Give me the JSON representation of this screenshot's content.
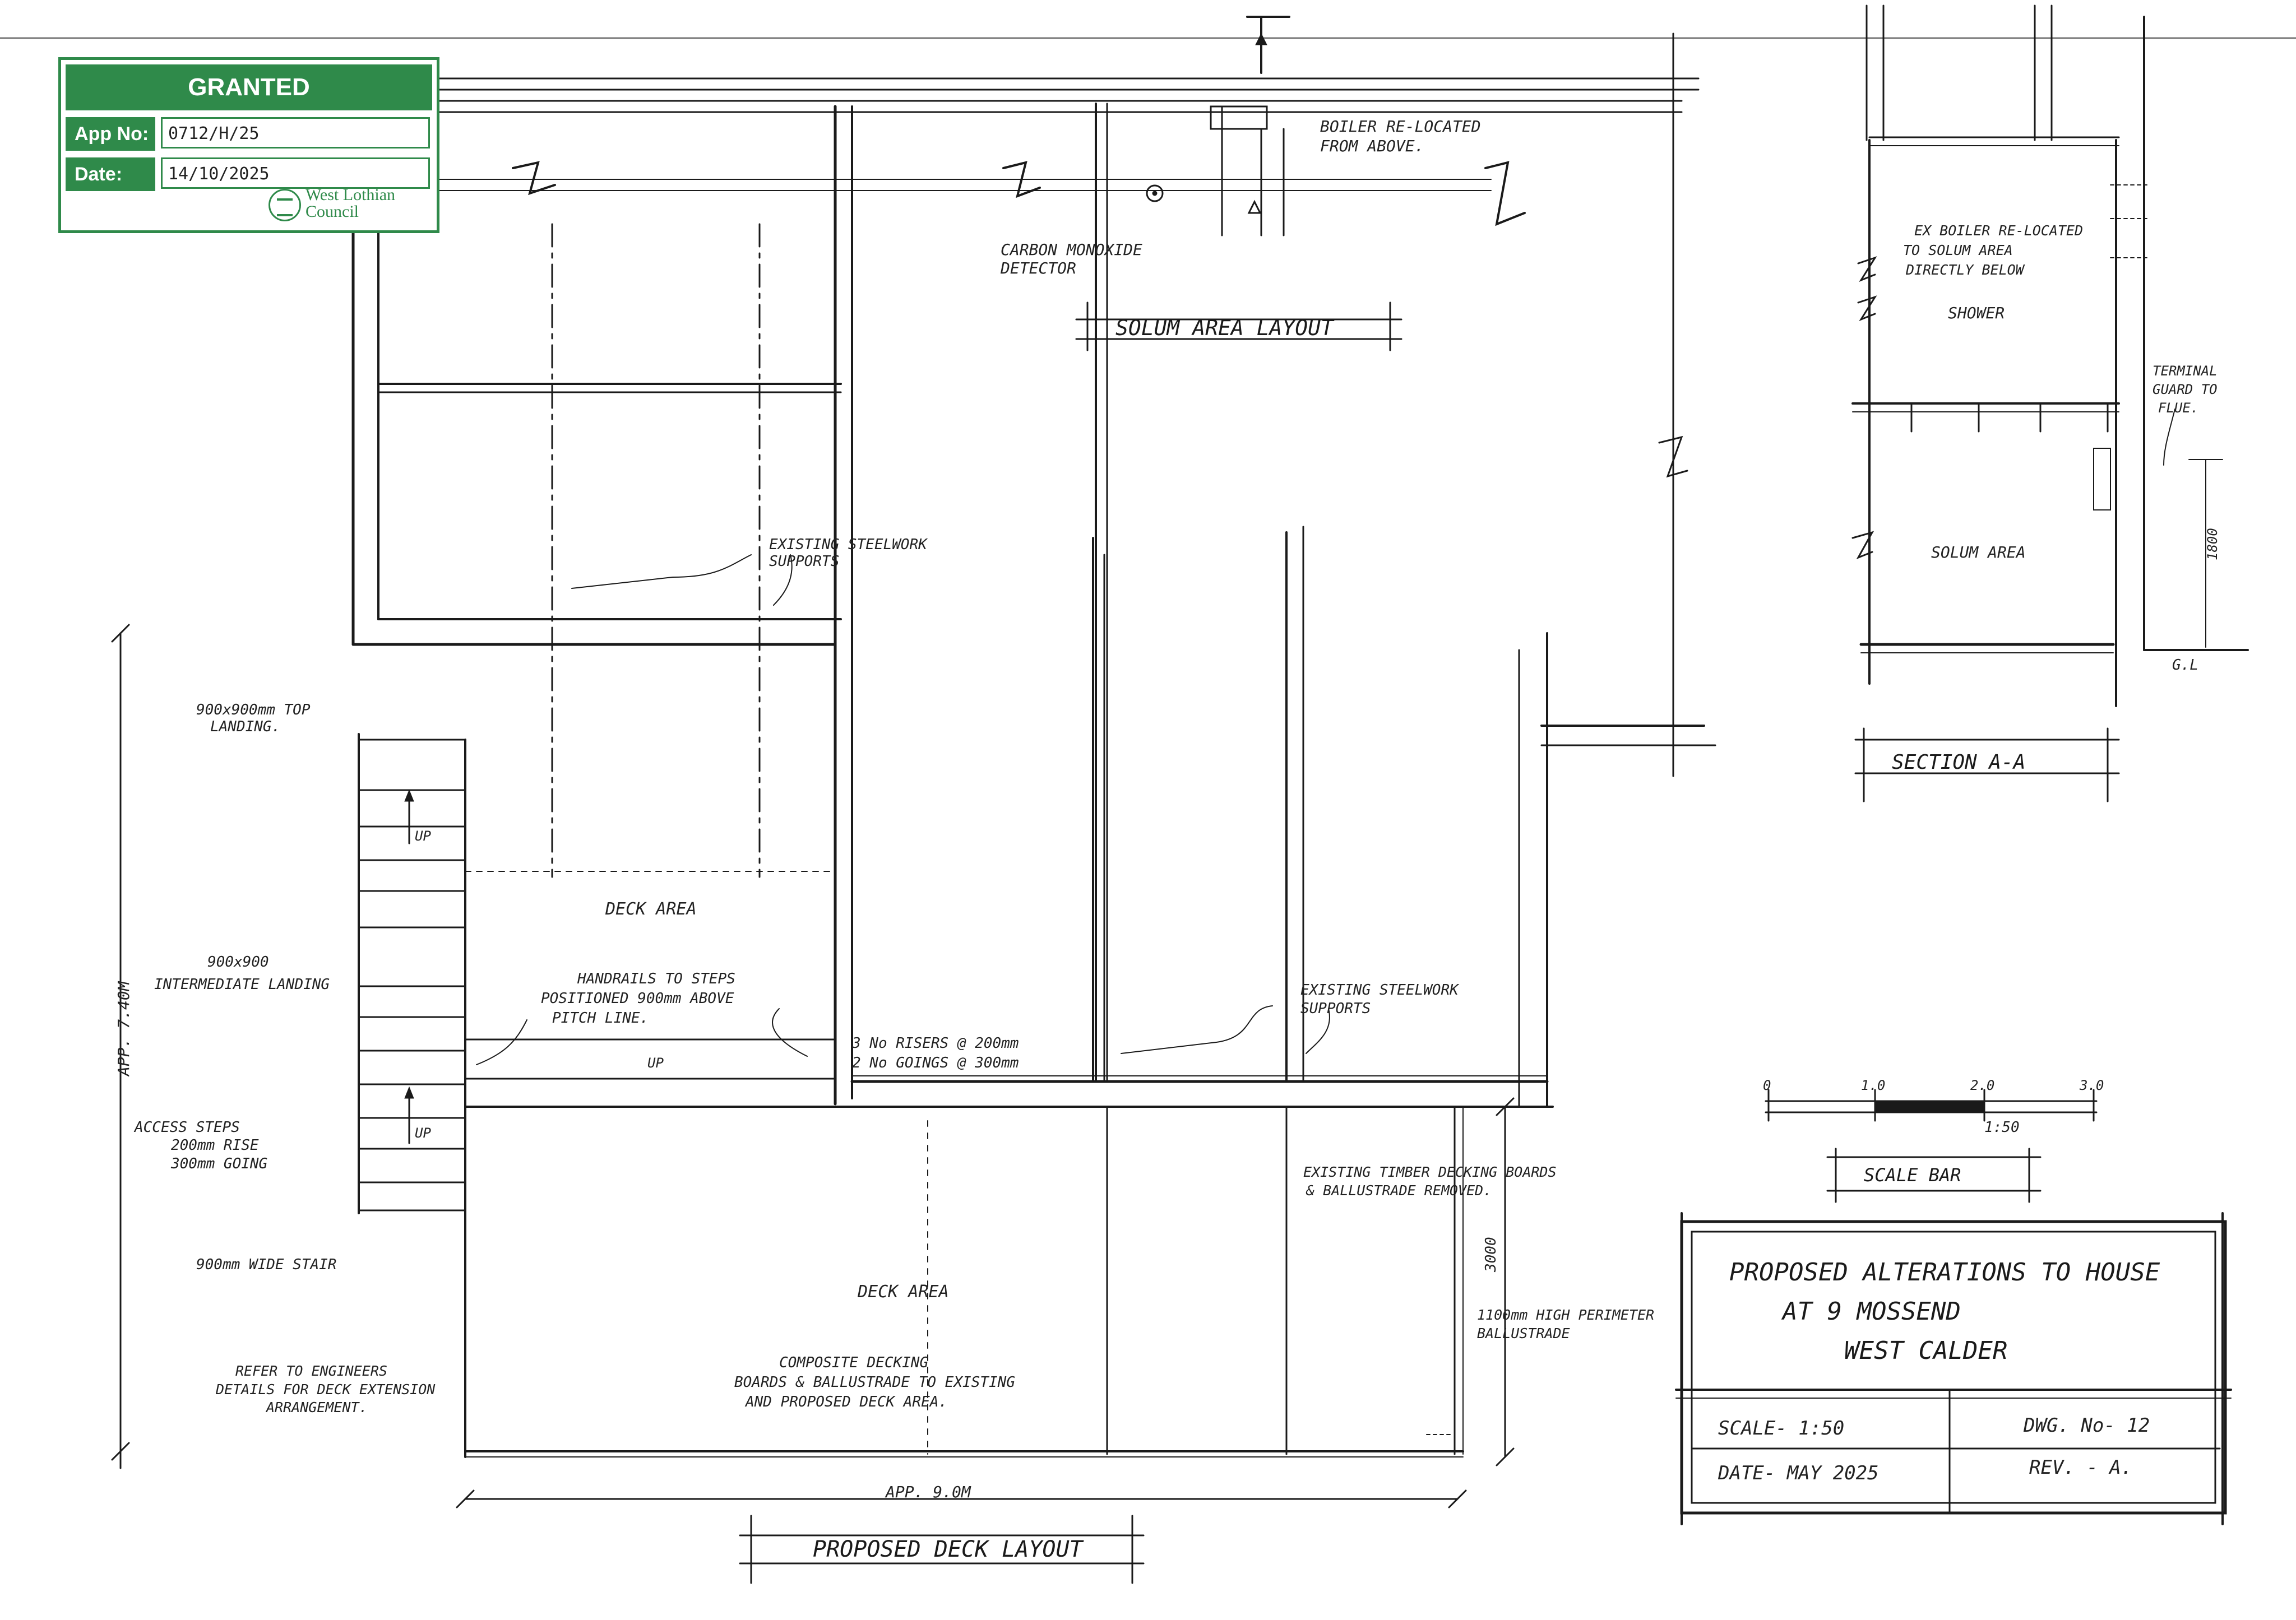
{
  "stamp": {
    "status": "GRANTED",
    "app_label": "App No:",
    "app_value": "0712/H/25",
    "date_label": "Date:",
    "date_value": "14/10/2025",
    "council_line1": "West Lothian",
    "council_line2": "Council",
    "accent_color": "#2f8a4a"
  },
  "plan_notes": {
    "boiler_relocated": [
      "BOILER RE-LOCATED",
      "FROM ABOVE."
    ],
    "carbon_monoxide": [
      "CARBON MONOXIDE",
      "DETECTOR"
    ],
    "solum_layout_title": "SOLUM AREA LAYOUT",
    "existing_steelwork_1": [
      "EXISTING STEELWORK",
      "SUPPORTS"
    ],
    "existing_steelwork_2": [
      "EXISTING STEELWORK",
      "SUPPORTS"
    ],
    "top_landing": [
      "900x900mm TOP",
      "LANDING."
    ],
    "intermediate_landing": [
      "900x900",
      "INTERMEDIATE LANDING"
    ],
    "deck_area_upper": "DECK AREA",
    "handrails": [
      "HANDRAILS TO STEPS",
      "POSITIONED 900mm ABOVE",
      "PITCH LINE."
    ],
    "risers": [
      "3 No RISERS @ 200mm",
      "2 No GOINGS @ 300mm"
    ],
    "up_1": "UP",
    "up_2": "UP",
    "up_3": "UP",
    "access_steps": [
      "ACCESS STEPS",
      "200mm RISE",
      "300mm GOING"
    ],
    "wide_stair": "900mm WIDE STAIR",
    "refer_engineers": [
      "REFER TO ENGINEERS",
      "DETAILS FOR DECK EXTENSION",
      "ARRANGEMENT."
    ],
    "deck_area_lower": "DECK AREA",
    "composite_decking": [
      "COMPOSITE DECKING",
      "BOARDS & BALLUSTRADE TO EXISTING",
      "AND PROPOSED DECK AREA."
    ],
    "existing_timber": [
      "EXISTING TIMBER DECKING BOARDS",
      "& BALLUSTRADE REMOVED."
    ],
    "perimeter": [
      "1100mm HIGH PERIMETER",
      "BALLUSTRADE"
    ],
    "dim_3000": "3000",
    "dim_width": "APP. 9.0M",
    "dim_height": "APP. 7.40M",
    "deck_layout_title": "PROPOSED DECK LAYOUT"
  },
  "section": {
    "boiler_note": [
      "EX BOILER RE-LOCATED",
      "TO SOLUM AREA",
      "DIRECTLY BELOW"
    ],
    "shower": "SHOWER",
    "solum_area": "SOLUM AREA",
    "terminal": [
      "TERMINAL",
      "GUARD TO",
      "FLUE."
    ],
    "dim_1800": "1800",
    "gl": "G.L",
    "title": "SECTION A-A"
  },
  "scale_bar": {
    "ticks": [
      "0",
      "1.0",
      "2.0",
      "3.0"
    ],
    "ratio": "1:50",
    "title": "SCALE BAR"
  },
  "title_block": {
    "project_line1": "PROPOSED ALTERATIONS TO HOUSE",
    "project_line2": "AT 9 MOSSEND",
    "project_line3": "WEST CALDER",
    "scale": "SCALE- 1:50",
    "date": "DATE- MAY 2025",
    "drawing_no": "DWG. No- 12",
    "revision": "REV. - A."
  }
}
